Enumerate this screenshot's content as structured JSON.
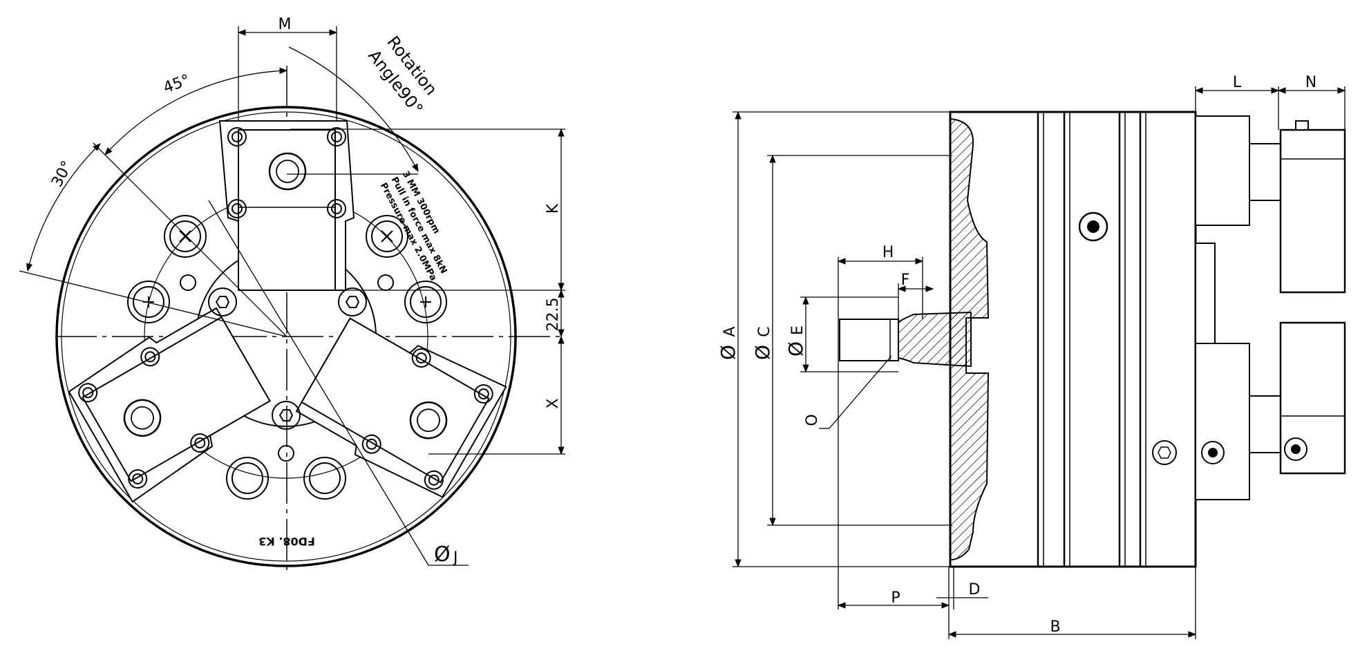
{
  "front_view": {
    "dim_M": "M",
    "dim_K": "K",
    "dim_22_5": "22.5",
    "dim_X": "X",
    "angle_45": "45°",
    "angle_30": "30°",
    "rotation_line1": "Rotation",
    "rotation_line2": "Angle90°",
    "dia_J_symbol": "Ø",
    "dia_J_letter": "J",
    "engraving_brand": "FD08. K3",
    "engraving_lines": [
      "3 MM  300rpm",
      "Pull in force max 8kN",
      "Pressure max 2.0MPa"
    ]
  },
  "side_view": {
    "dia_A_symbol": "Ø",
    "dia_A_letter": "A",
    "dia_C_symbol": "Ø",
    "dia_C_letter": "C",
    "dia_E_symbol": "Ø",
    "dia_E_letter": "E",
    "dim_H": "H",
    "dim_F": "F",
    "dim_O": "O",
    "dim_P": "P",
    "dim_D": "D",
    "dim_B": "B",
    "dim_L": "L",
    "dim_N": "N"
  }
}
